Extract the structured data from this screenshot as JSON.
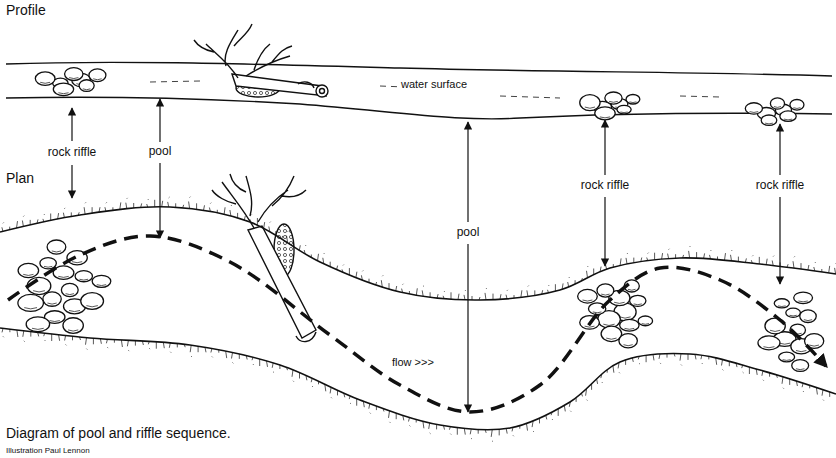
{
  "diagram": {
    "caption": "Diagram of pool and riffle sequence.",
    "labels": [
      "Profile",
      "water surface",
      "rock riffle",
      "pool",
      "Plan",
      "pool",
      "rock riffle",
      "rock riffle",
      "flow >>>",
      "Illustration Paul Lennon"
    ]
  }
}
